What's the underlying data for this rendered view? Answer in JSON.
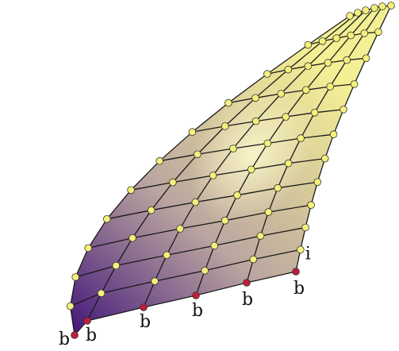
{
  "diagram": {
    "mesh_rows": 12,
    "mesh_cols": 6,
    "labels": {
      "boundary": "b",
      "interior": "i"
    },
    "colors": {
      "surface_light": "#f3ef95",
      "surface_mid": "#bba6a0",
      "surface_dark": "#42157a",
      "mesh_line": "#1a1a1a",
      "interior_node": "#f4f07a",
      "boundary_node": "#c01e3c"
    }
  }
}
